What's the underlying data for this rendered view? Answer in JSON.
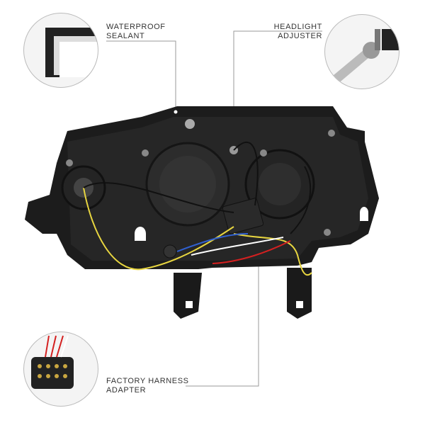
{
  "callouts": {
    "waterproof_sealant": {
      "line1": "WATERPROOF",
      "line2": "SEALANT"
    },
    "headlight_adjuster": {
      "line1": "HEADLIGHT",
      "line2": "ADJUSTER"
    },
    "factory_harness": {
      "line1": "FACTORY HARNESS",
      "line2": "ADAPTER"
    }
  },
  "colors": {
    "housing": "#1c1c1c",
    "wire_yellow": "#e8d640",
    "wire_red": "#d42020",
    "leader": "#9a9a9a"
  }
}
